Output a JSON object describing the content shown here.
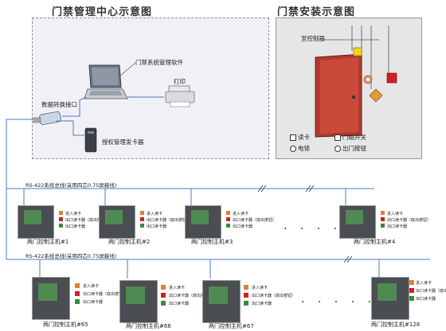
{
  "center_diagram": {
    "title": "门禁管理中心示意图",
    "software": "门禁系统管理软件",
    "printer": "打印",
    "converter": "数据转换接口",
    "card_issuer": "授权管理发卡器"
  },
  "install_diagram": {
    "title": "门禁安装示意图",
    "to_controller": "至控制器",
    "legend": [
      {
        "icon": "reader-icon",
        "label": "读卡"
      },
      {
        "icon": "door-sensor-icon",
        "label": "门磁开关"
      },
      {
        "icon": "lock-icon",
        "label": "电锁"
      },
      {
        "icon": "exit-button-icon",
        "label": "出门按钮"
      }
    ],
    "colors": {
      "reader": "#f2d41c",
      "exit": "#e06c3a",
      "lock": "#d21f26",
      "door": "#c0392b"
    }
  },
  "bus1_label": "RS-422系统总线(采用四芯0.75屏蔽线)",
  "bus2_label": "RS-422系统总线(采用四芯0.75屏蔽线)",
  "device_labels": {
    "in_reader": "进入读卡",
    "out_reader": "出口读卡器（底出按钮）",
    "exit_reader": "出口读卡器"
  },
  "row1_controllers": [
    "两门控制主机#1",
    "两门控制主机#2",
    "两门控制主机#3",
    "两门控制主机#4"
  ],
  "row2_controllers": [
    "两门控制主机#65",
    "两门控制主机#66",
    "两门控制主机#67",
    "两门控制主机#128"
  ],
  "dots": "· · · · ·"
}
